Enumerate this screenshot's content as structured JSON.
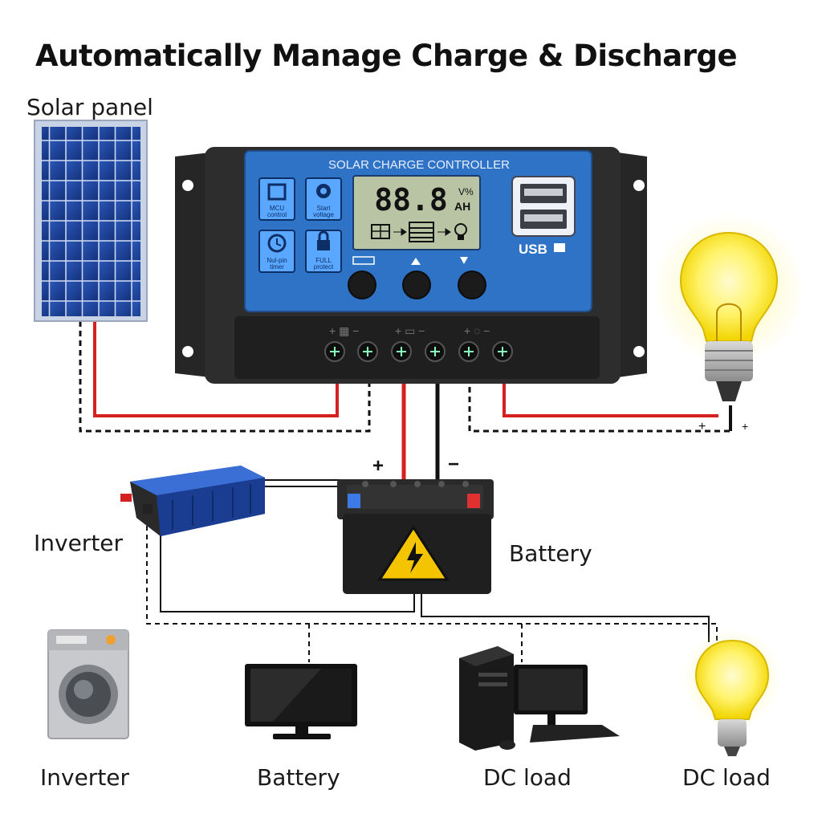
{
  "title": "Automatically Manage Charge & Discharge",
  "labels": {
    "solar_panel": "Solar panel",
    "inverter": "Inverter",
    "battery": "Battery",
    "plus": "+",
    "minus": "−"
  },
  "controller": {
    "heading": "SOLAR CHARGE CONTROLLER",
    "lcd_value": "88.8",
    "lcd_units_top": "V%",
    "lcd_units_bottom": "AH",
    "usb_label": "USB",
    "icons": [
      {
        "label_line1": "MCU",
        "label_line2": "control",
        "icon": "chip-icon"
      },
      {
        "label_line1": "Start",
        "label_line2": "voltage",
        "icon": "gear-icon"
      },
      {
        "label_line1": "Nul-pin",
        "label_line2": "timer",
        "icon": "clock-icon"
      },
      {
        "label_line1": "FULL",
        "label_line2": "protect",
        "icon": "lock-icon"
      }
    ],
    "colors": {
      "panel": "#2f73c6",
      "body": "#2b2b2b",
      "lcd": "#b9c4a4"
    }
  },
  "wires": {
    "positive": "#d42020",
    "negative": "#111111"
  },
  "bottom_labels": [
    "Inverter",
    "Battery",
    "DC load",
    "DC load"
  ],
  "terminal_marks": {
    "lamp_plus_left": "+",
    "lamp_plus_right": "+"
  }
}
